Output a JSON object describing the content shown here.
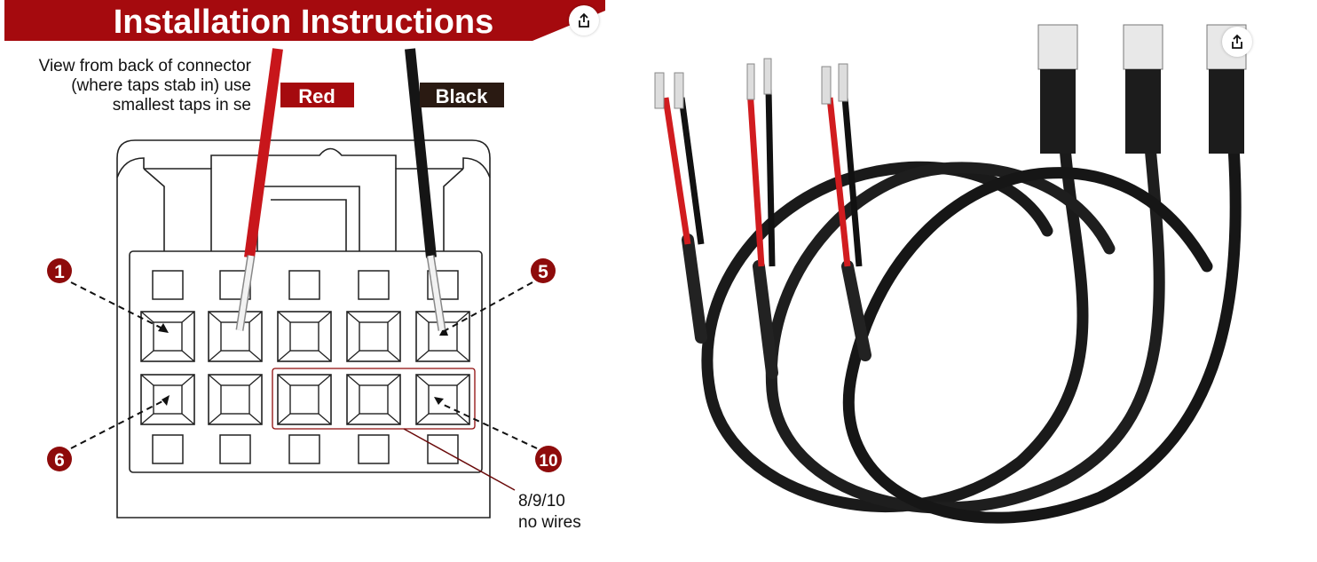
{
  "left_image": {
    "banner_title": "Installation Instructions",
    "note_lines": [
      "View from back of connector",
      "(where taps stab in) use",
      "smallest taps in se"
    ],
    "wire_labels": {
      "red": "Red",
      "black": "Black"
    },
    "callouts": [
      "1",
      "5",
      "6",
      "10"
    ],
    "no_wire_note": [
      "8/9/10",
      "no wires"
    ],
    "colors": {
      "brand_red": "#a50a0e",
      "callout_red": "#8e0b0b",
      "label_black": "#2a1a12"
    }
  },
  "share_icon": "share-icon"
}
